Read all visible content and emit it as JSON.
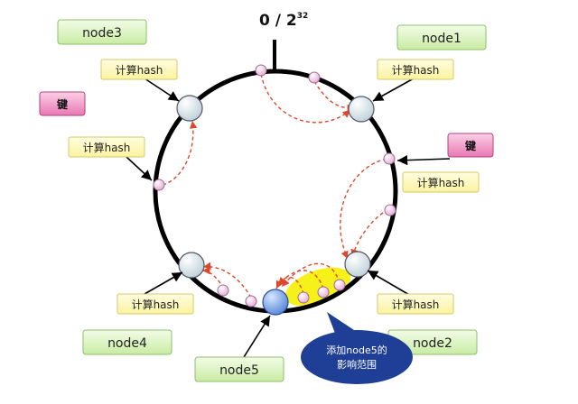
{
  "diagram": {
    "top_label": "0 / 2",
    "top_label_exponent": "32",
    "nodes": {
      "node1": "node1",
      "node2": "node2",
      "node3": "node3",
      "node4": "node4",
      "node5": "node5"
    },
    "hash_label": "计算hash",
    "key_label": "键",
    "callout": {
      "line1": "添加node5的",
      "line2": "影响范围"
    },
    "colors": {
      "ring": "#000000",
      "node_fill": "#dde8ec",
      "node5_fill": "#7ea9e6",
      "key_dot": "#f1cde8",
      "arrow": "#e0472a",
      "green_box": "#dff5c4",
      "yellow_box": "#fffab9",
      "pink_box": "#ef8cc0",
      "highlight": "#f4f000",
      "callout": "#1f3f96"
    }
  }
}
